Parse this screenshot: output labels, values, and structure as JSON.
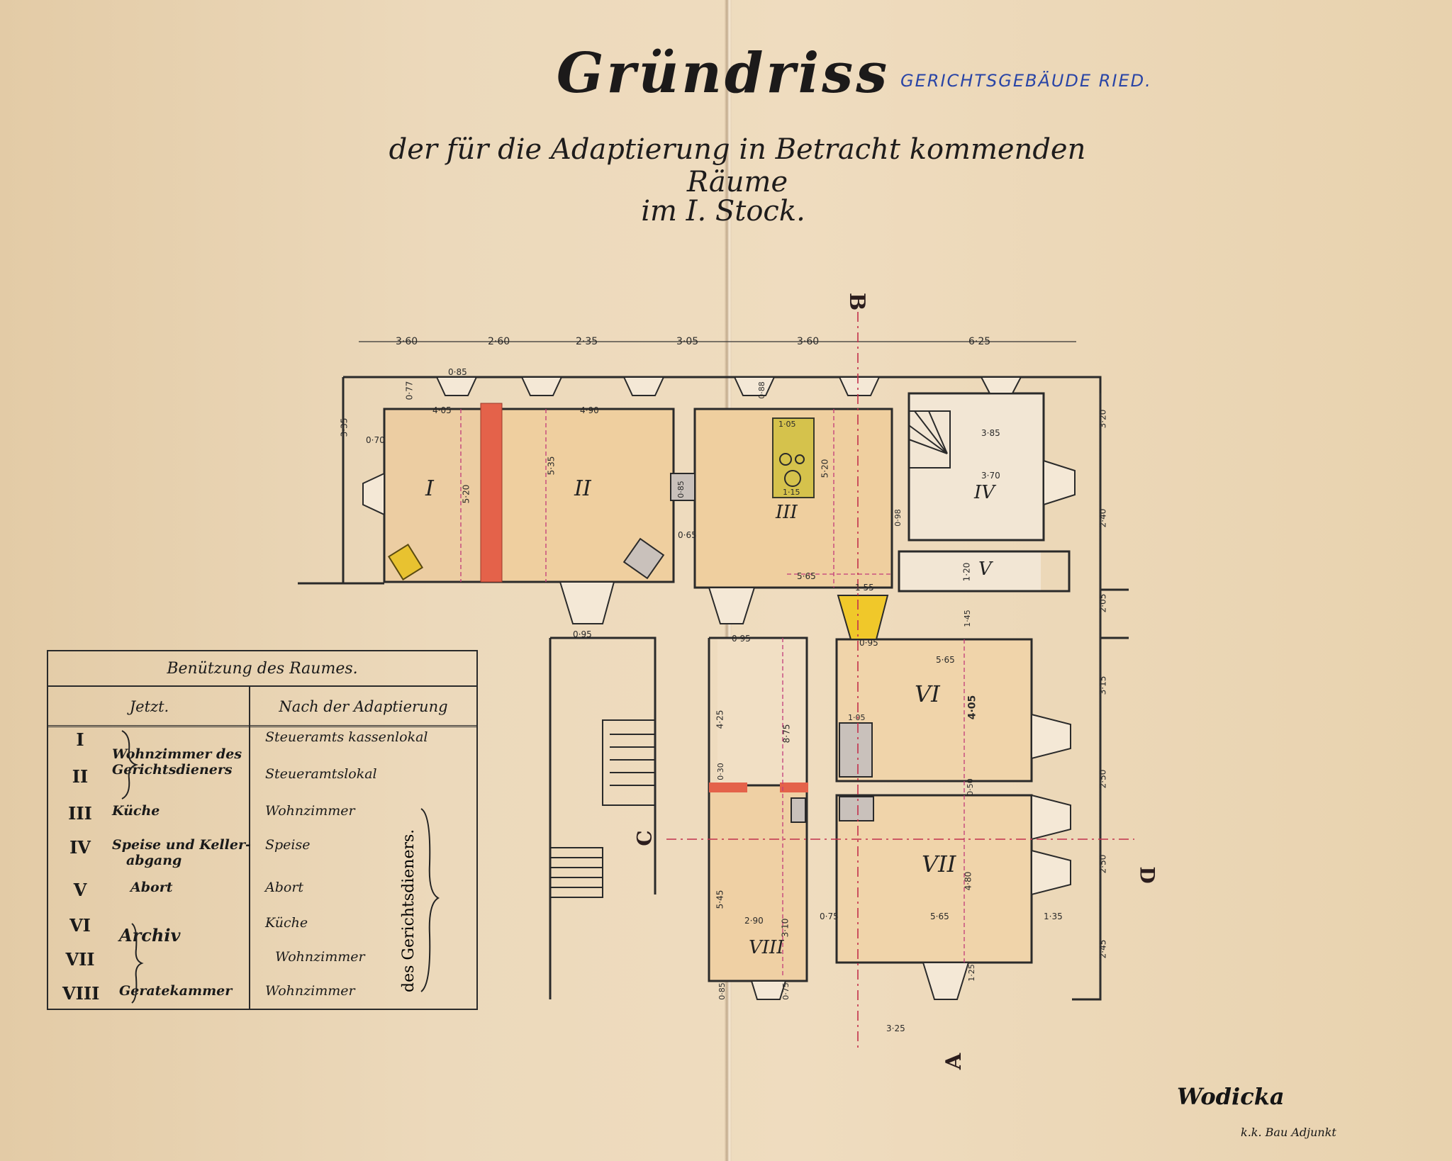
{
  "title": "Gründriss",
  "subtitle": "der für die Adaptierung in Betracht kommenden Räume",
  "floor": "im I. Stock.",
  "building": "GERICHTSGEBÄUDE RIED.",
  "axis_labels": {
    "b_top": "B",
    "a_bottom": "A",
    "c_left": "C",
    "d_right": "D"
  },
  "top_dimensions": [
    "3·60",
    "2·60",
    "2·35",
    "3·05",
    "3·60",
    "6·25"
  ],
  "room_numbers": [
    "I",
    "II",
    "III",
    "IV",
    "V",
    "VI",
    "VII",
    "VIII"
  ],
  "inner_dimensions": {
    "r1_width": "4·05",
    "r1_height": "5·20",
    "r1_wall": "0·70",
    "r1_left": "3·35",
    "r2_width": "4·90",
    "r2_height": "5·35",
    "r1_window": "0·85",
    "r1_top": "0·77",
    "r2_door": "0·65",
    "r2_pillar": "0·85",
    "r3_height": "5·20",
    "r3_width": "5·65",
    "r3_stove_top": "1·05",
    "r3_stove_bottom": "1·15",
    "r3_top": "0·88",
    "r3_chimney": "1·55",
    "r3_door": "0·95",
    "r3_side": "0·98",
    "r4_width": "3·85",
    "r4_height": "3·70",
    "r5_height": "1·20",
    "r6_width": "5·65",
    "r6_height": "4·05",
    "r6_top": "1·45",
    "r6_niche": "1·05",
    "r7_width": "5·65",
    "r7_height": "4·80",
    "r7_side": "1·35",
    "r7_left": "0·75",
    "r7_bottom": "1·25",
    "r7_mid": "0·50",
    "r8_width": "2·90",
    "r8_height": "3·10",
    "r8_corridor": "8·75",
    "r8_left": "4·25",
    "r8_bottom": "0·75",
    "r8_b2": "0·85",
    "r8_low": "5·45",
    "r8_lo2": "0·30",
    "r8_top": "0·95",
    "bottom": "3·25",
    "right_side": [
      "3·20",
      "2·40",
      "2·05",
      "3·15",
      "2·50",
      "2·50",
      "2·45"
    ]
  },
  "legend": {
    "title": "Benützung des Raumes.",
    "col_now": "Jetzt.",
    "col_after": "Nach der Adaptierung",
    "side_label": "des Gerichtsdieners.",
    "rows": [
      {
        "num": "I",
        "now": "Wohnzimmer des",
        "after": "Steueramts kassenlokal"
      },
      {
        "num": "II",
        "now": "Gerichtsdieners",
        "after": "Steueramtslokal"
      },
      {
        "num": "III",
        "now": "Küche",
        "after": "Wohnzimmer"
      },
      {
        "num": "IV",
        "now": "Speise und Keller-",
        "now2": "abgang",
        "after": "Speise"
      },
      {
        "num": "V",
        "now": "Abort",
        "after": "Abort"
      },
      {
        "num": "VI",
        "now": "Archiv",
        "after": "Küche"
      },
      {
        "num": "VII",
        "now": "",
        "after": "Wohnzimmer"
      },
      {
        "num": "VIII",
        "now": "Geratekammer",
        "after": "Wohnzimmer"
      }
    ]
  },
  "signature": "Wodicka",
  "signature_sub": "k.k. Bau Adjunkt",
  "colors": {
    "wall": "#2a2a2a",
    "room_fill": "#efd0a4",
    "red_wall": "#e4624a",
    "yellow": "#e8c230",
    "stove": "#d5c24c",
    "dim_line": "#c23a7a",
    "axis_line": "#c2304c",
    "stamp": "#2a45a6"
  }
}
